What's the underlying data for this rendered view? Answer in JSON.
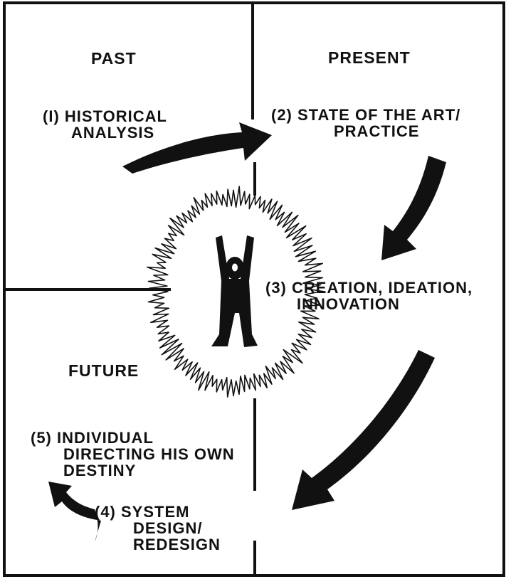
{
  "quadrants": {
    "past": "PAST",
    "present": "PRESENT",
    "future": "FUTURE"
  },
  "steps": {
    "s1": {
      "lines": [
        "(I) HISTORICAL",
        "ANALYSIS"
      ]
    },
    "s2": {
      "lines": [
        "(2) STATE OF THE ART/",
        "PRACTICE"
      ]
    },
    "s3": {
      "lines": [
        "(3) CREATION, IDEATION,",
        "INNOVATION"
      ]
    },
    "s4": {
      "lines": [
        "(4) SYSTEM",
        "DESIGN/",
        "REDESIGN"
      ]
    },
    "s5": {
      "lines": [
        "(5) INDIVIDUAL",
        "DIRECTING HIS OWN",
        "DESTINY"
      ]
    }
  },
  "colors": {
    "ink": "#111111",
    "paper": "#ffffff"
  },
  "icons": [
    "person-arms-raised-icon",
    "radiating-burst-icon",
    "curved-arrow-icon"
  ]
}
